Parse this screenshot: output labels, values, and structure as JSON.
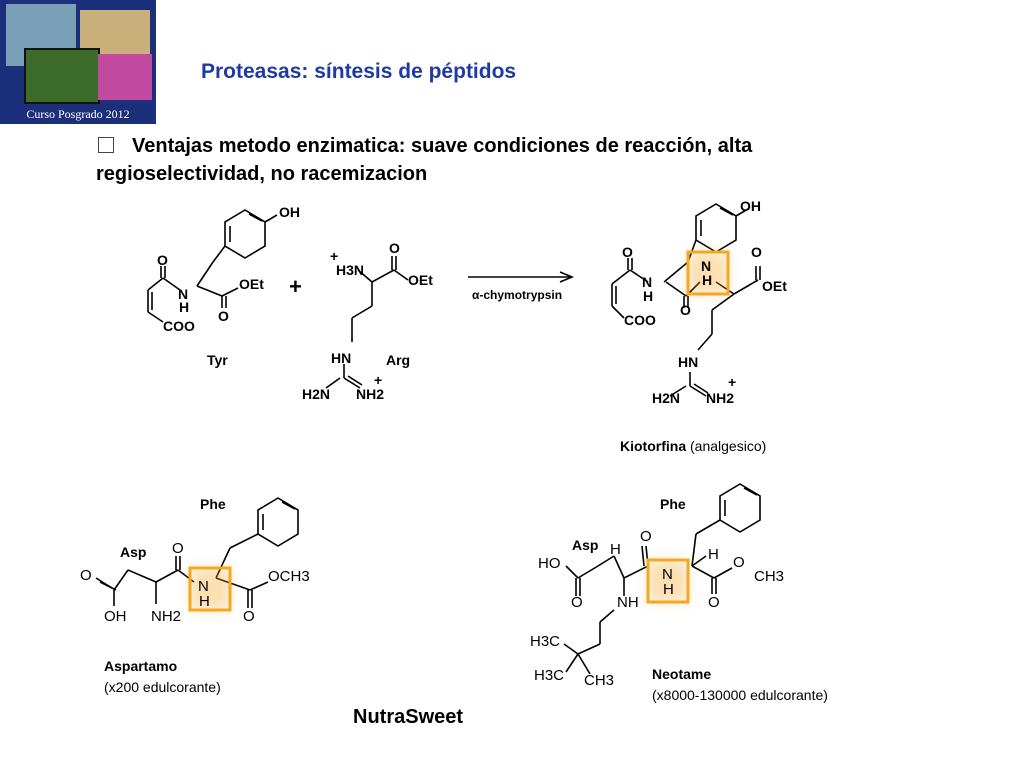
{
  "logo": {
    "caption": "Curso Posgrado 2012"
  },
  "title": "Proteasas: síntesis de péptidos",
  "bullet": {
    "line1": "Ventajas metodo enzimatica: suave condiciones de reacción, alta",
    "line2": "regioselectividad, no racemizacion"
  },
  "reaction": {
    "plus": "+",
    "reagent_label": "α-chymotrypsin",
    "tyr": "Tyr",
    "arg": "Arg",
    "product_name": "Kiotorfina",
    "product_note": "(analgesico)"
  },
  "atoms": {
    "oh": "OH",
    "oet": "OEt",
    "o": "O",
    "n": "N",
    "h": "H",
    "coo": "COO",
    "nh": "NH",
    "hn": "HN",
    "h2n": "H2N",
    "nh2": "NH2",
    "h3n": "H3N",
    "plus": "+",
    "minus": "-",
    "och3": "OCH3",
    "ho": "HO",
    "ch3": "CH3",
    "h3c": "H3C"
  },
  "aspartame": {
    "phe": "Phe",
    "asp": "Asp",
    "name": "Aspartamo",
    "note": "(x200 edulcorante)"
  },
  "neotame": {
    "phe": "Phe",
    "asp": "Asp",
    "name": "Neotame",
    "note": "(x8000-130000 edulcorante)"
  },
  "brand": "NutraSweet",
  "colors": {
    "title": "#1f3ba3",
    "highlight_box": "#f5a623",
    "logo_bg": "#1c2f7a"
  }
}
